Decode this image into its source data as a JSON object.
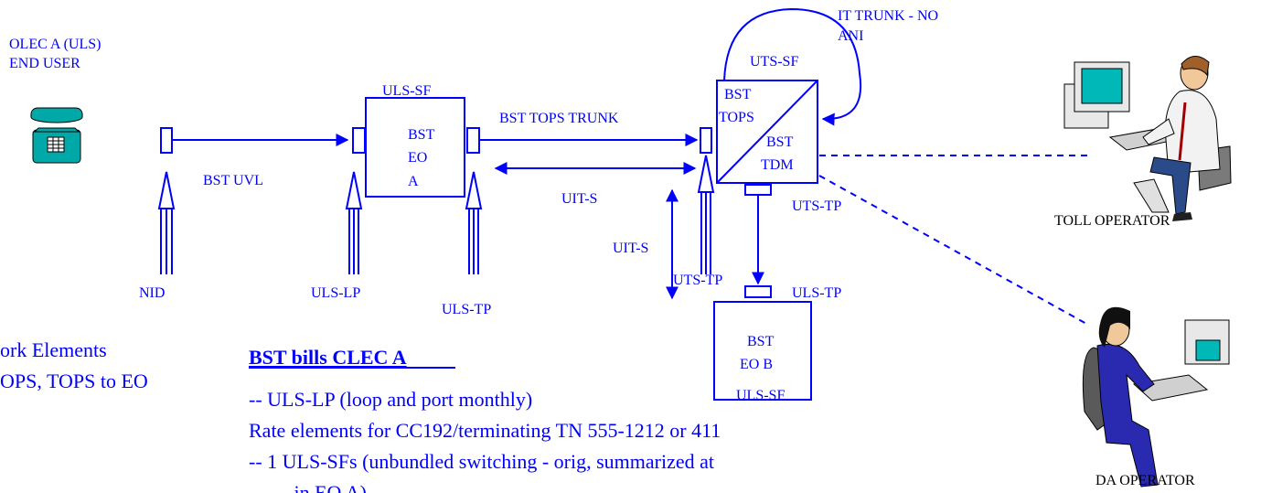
{
  "labels": {
    "olec_line1": "OLEC A (ULS)",
    "olec_line2": "END USER",
    "bst_uvl": "BST UVL",
    "nid": "NID",
    "uls_lp": "ULS-LP",
    "uls_tp_1": "ULS-TP",
    "uls_sf_eoa": "ULS-SF",
    "eoa_line1": "BST",
    "eoa_line2": "EO",
    "eoa_line3": "A",
    "bst_tops_trunk": "BST TOPS TRUNK",
    "uit_s_1": "UIT-S",
    "uit_s_2": "UIT-S",
    "tops_line1": "BST",
    "tops_line2": "TOPS",
    "tdm_line1": "BST",
    "tdm_line2": "TDM",
    "uts_sf": "UTS-SF",
    "it_trunk_line1": "IT TRUNK - NO",
    "it_trunk_line2": "ANI",
    "uts_tp_1": "UTS-TP",
    "uts_tp_2": "UTS-TP",
    "uls_tp_2": "ULS-TP",
    "eob_line1": "BST",
    "eob_line2": "EO B",
    "uls_sf_eob": "ULS-SF",
    "toll_operator": "TOLL OPERATOR",
    "da_operator": "DA OPERATOR"
  },
  "left_notes": {
    "line1": "ork Elements",
    "line2": "OPS, TOPS to EO"
  },
  "billing": {
    "heading": "BST bills CLEC A",
    "line1": "-- ULS-LP (loop and port monthly)",
    "line2": "Rate elements for CC192/terminating TN 555-1212 or 411",
    "line3": "-- 1 ULS-SFs (unbundled switching -  orig, summarized at",
    "line4": "         in EO A)"
  },
  "colors": {
    "line": "#0000ff",
    "text": "#0000ff",
    "phone": "#00a8a8"
  }
}
